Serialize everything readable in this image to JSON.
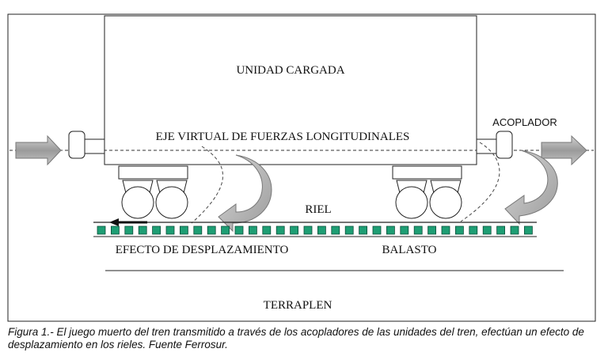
{
  "labels": {
    "unit": "UNIDAD CARGADA",
    "axis": "EJE VIRTUAL DE FUERZAS LONGITUDINALES",
    "coupler": "ACOPLADOR",
    "rail": "RIEL",
    "displacement": "EFECTO DE DESPLAZAMIENTO",
    "ballast": "BALASTO",
    "embankment": "TERRAPLEN"
  },
  "caption": "Figura 1.- El juego muerto del tren transmitido a través de los acopladores de las unidades del tren, efectúan un efecto de desplazamiento en los rieles. Fuente Ferrosur.",
  "colors": {
    "ties": "#1e9e74",
    "arrows": "#a8a8a8",
    "lines": "#222222"
  }
}
